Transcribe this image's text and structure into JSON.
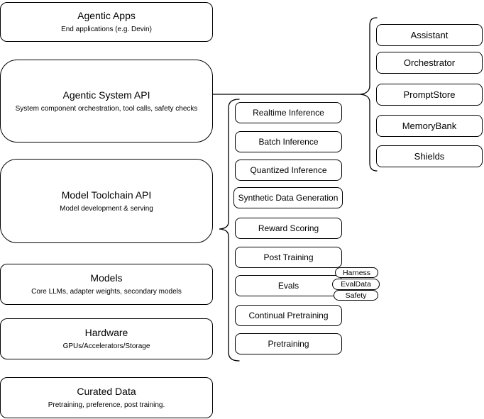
{
  "diagram": {
    "left_stack": [
      {
        "title": "Agentic Apps",
        "subtitle": "End applications (e.g. Devin)"
      },
      {
        "title": "Agentic System API",
        "subtitle": "System component orchestration, tool calls, safety checks"
      },
      {
        "title": "Model Toolchain API",
        "subtitle": "Model development & serving"
      },
      {
        "title": "Models",
        "subtitle": "Core LLMs, adapter weights, secondary models"
      },
      {
        "title": "Hardware",
        "subtitle": "GPUs/Accelerators/Storage"
      },
      {
        "title": "Curated Data",
        "subtitle": "Pretraining, preference, post training."
      }
    ],
    "toolchain_components": [
      "Realtime Inference",
      "Batch Inference",
      "Quantized Inference",
      "Synthetic Data Generation",
      "Reward Scoring",
      "Post Training",
      "Evals",
      "Continual Pretraining",
      "Pretraining"
    ],
    "eval_tags": [
      "Harness",
      "EvalData",
      "Safety"
    ],
    "system_components": [
      "Assistant",
      "Orchestrator",
      "PromptStore",
      "MemoryBank",
      "Shields"
    ],
    "colors": {
      "stroke": "#000000",
      "fill": "#ffffff",
      "text": "#000000"
    }
  }
}
